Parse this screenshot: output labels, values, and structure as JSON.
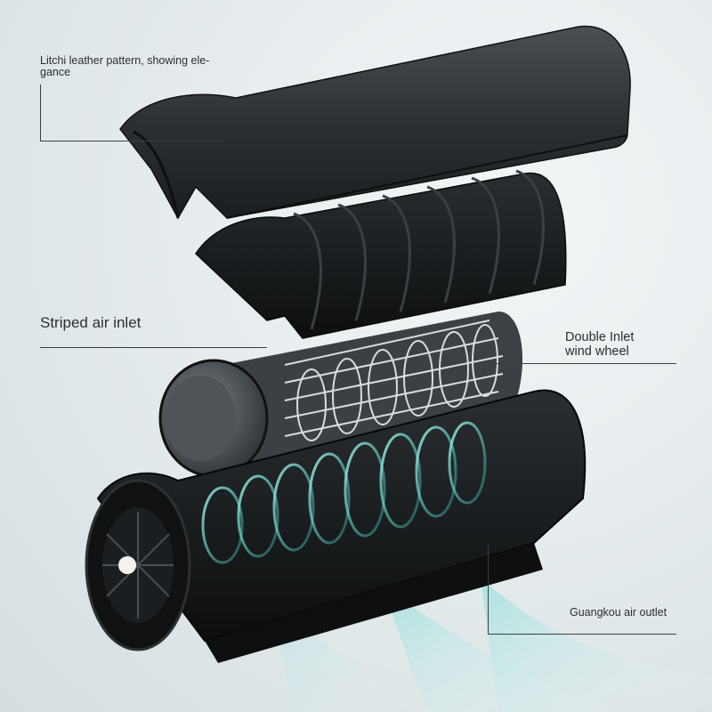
{
  "labels": {
    "leather": "Litchi leather pattern, showing ele-\ngance",
    "inlet": "Striped air inlet",
    "wheel_line1": "Double Inlet",
    "wheel_line2": "wind wheel",
    "outlet": "Guangkou air outlet"
  },
  "colors": {
    "leather": "#2b2f32",
    "shell": "#16191b",
    "accent_air": "#4fd6c9",
    "background": "#e6ecee"
  }
}
